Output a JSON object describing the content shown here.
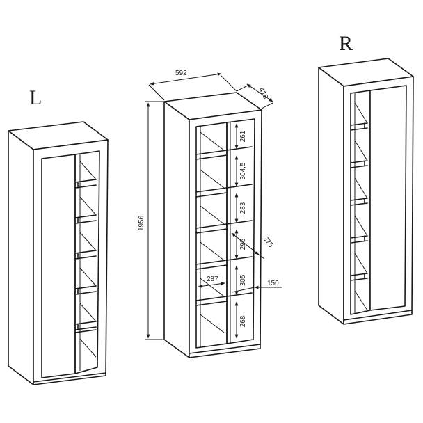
{
  "variants": {
    "left_label": "L",
    "right_label": "R"
  },
  "dimensions": {
    "width": "592",
    "depth": "418",
    "height": "1956",
    "shelf_gaps": [
      "261",
      "304,5",
      "283",
      "295",
      "305",
      "268"
    ],
    "inner_width": "287",
    "shelf_depth": "375",
    "side_depth": "150"
  },
  "colors": {
    "stroke": "#1a1a1a",
    "background": "#ffffff"
  }
}
